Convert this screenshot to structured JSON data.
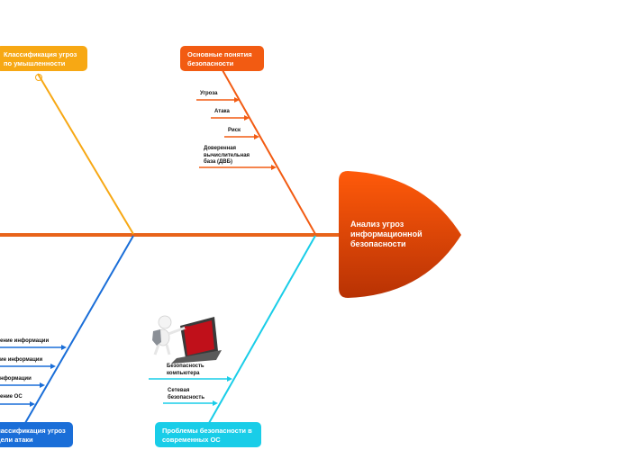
{
  "head": {
    "title": "Анализ угроз информационной безопасности"
  },
  "colors": {
    "orange": "#f25b12",
    "amber": "#f7a814",
    "blue": "#1a6ed8",
    "cyan": "#19cde8",
    "spine": "#e8631a"
  },
  "branches": {
    "top_left": {
      "title": "Классификация угроз по умышленности"
    },
    "top_right": {
      "title": "Основные понятия безопасности",
      "items": [
        "Угроза",
        "Атака",
        "Риск",
        "Доверенная вычислительная база (ДВБ)"
      ]
    },
    "bottom_left": {
      "title": "лассификация угроз цели атаки",
      "items": [
        "ение информации",
        "ие информации",
        "нформации",
        "ение ОС"
      ]
    },
    "bottom_right": {
      "title": "Проблемы безопасности в современных ОС",
      "items": [
        "Безопасность компьютера",
        "Сетевая безопасность"
      ]
    }
  },
  "illustration": {
    "icon": "hacker-laptop-icon"
  }
}
